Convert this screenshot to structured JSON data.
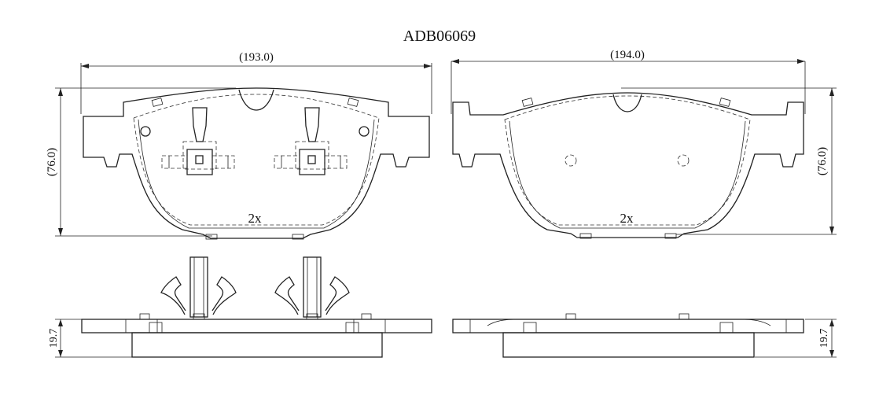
{
  "part_number": "ADB06069",
  "dimensions": {
    "left_width": "(193.0)",
    "right_width": "(194.0)",
    "left_height": "(76.0)",
    "right_height": "(76.0)",
    "left_thickness": "19.7",
    "right_thickness": "19.7"
  },
  "quantity": {
    "left": "2x",
    "right": "2x"
  }
}
